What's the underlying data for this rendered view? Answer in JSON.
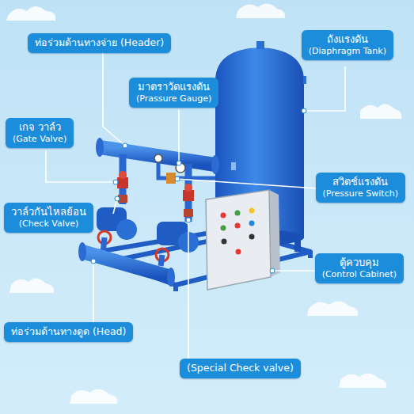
{
  "diagram": {
    "nodes": [
      {
        "text": [
          "ท่อร่วมด้านทางจ่าย (Header)"
        ]
      },
      {
        "text": [
          "ถังแรงดัน",
          "(Diaphragm Tank)"
        ]
      },
      {
        "text": [
          "มาตราวัดแรงดัน",
          "(Prassure Gauge)"
        ]
      },
      {
        "text": [
          "เกจ วาล์ว",
          "(Gate Valve)"
        ]
      },
      {
        "text": [
          "สวิตช์แรงดัน",
          "(Pressure Switch)"
        ]
      },
      {
        "text": [
          "วาล์วกันไหลย้อน",
          "(Check Valve)"
        ]
      },
      {
        "text": [
          "ตู้ควบคุม",
          "(Control Cabinet)"
        ]
      },
      {
        "text": [
          "ท่อร่วมด้านทางดูด (Head)"
        ]
      },
      {
        "text": [
          "(Special Check valve)"
        ]
      }
    ]
  }
}
